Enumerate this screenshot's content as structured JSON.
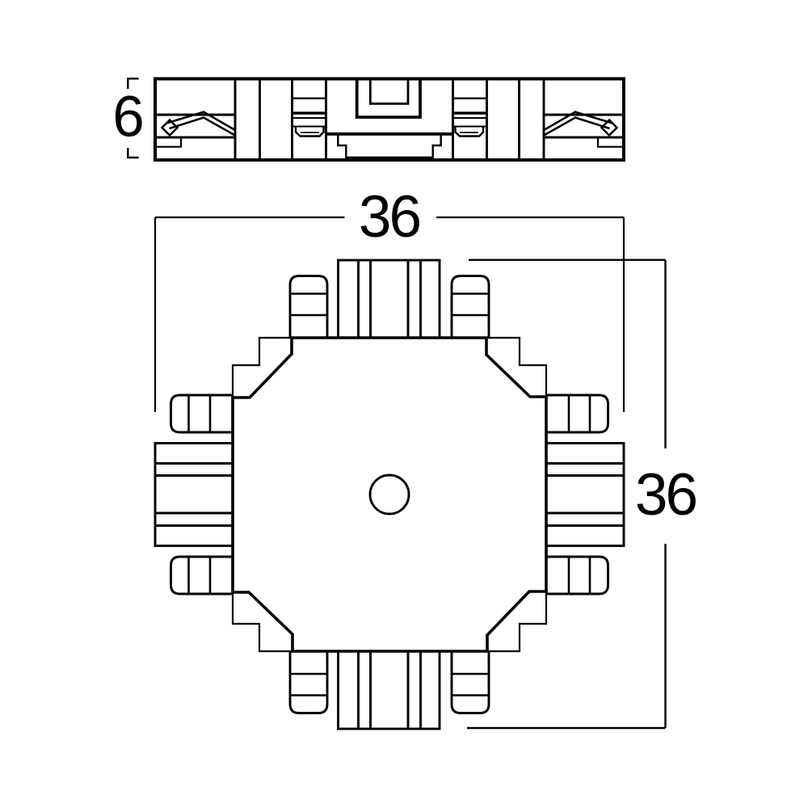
{
  "drawing": {
    "type": "technical-drawing",
    "background_color": "#ffffff",
    "line_color": "#000000",
    "views": {
      "side_view": {
        "name": "side-section-view",
        "thickness_label": "6"
      },
      "plan_view": {
        "name": "plan-view-4-way-connector",
        "width_label": "36",
        "height_label": "36"
      }
    }
  }
}
